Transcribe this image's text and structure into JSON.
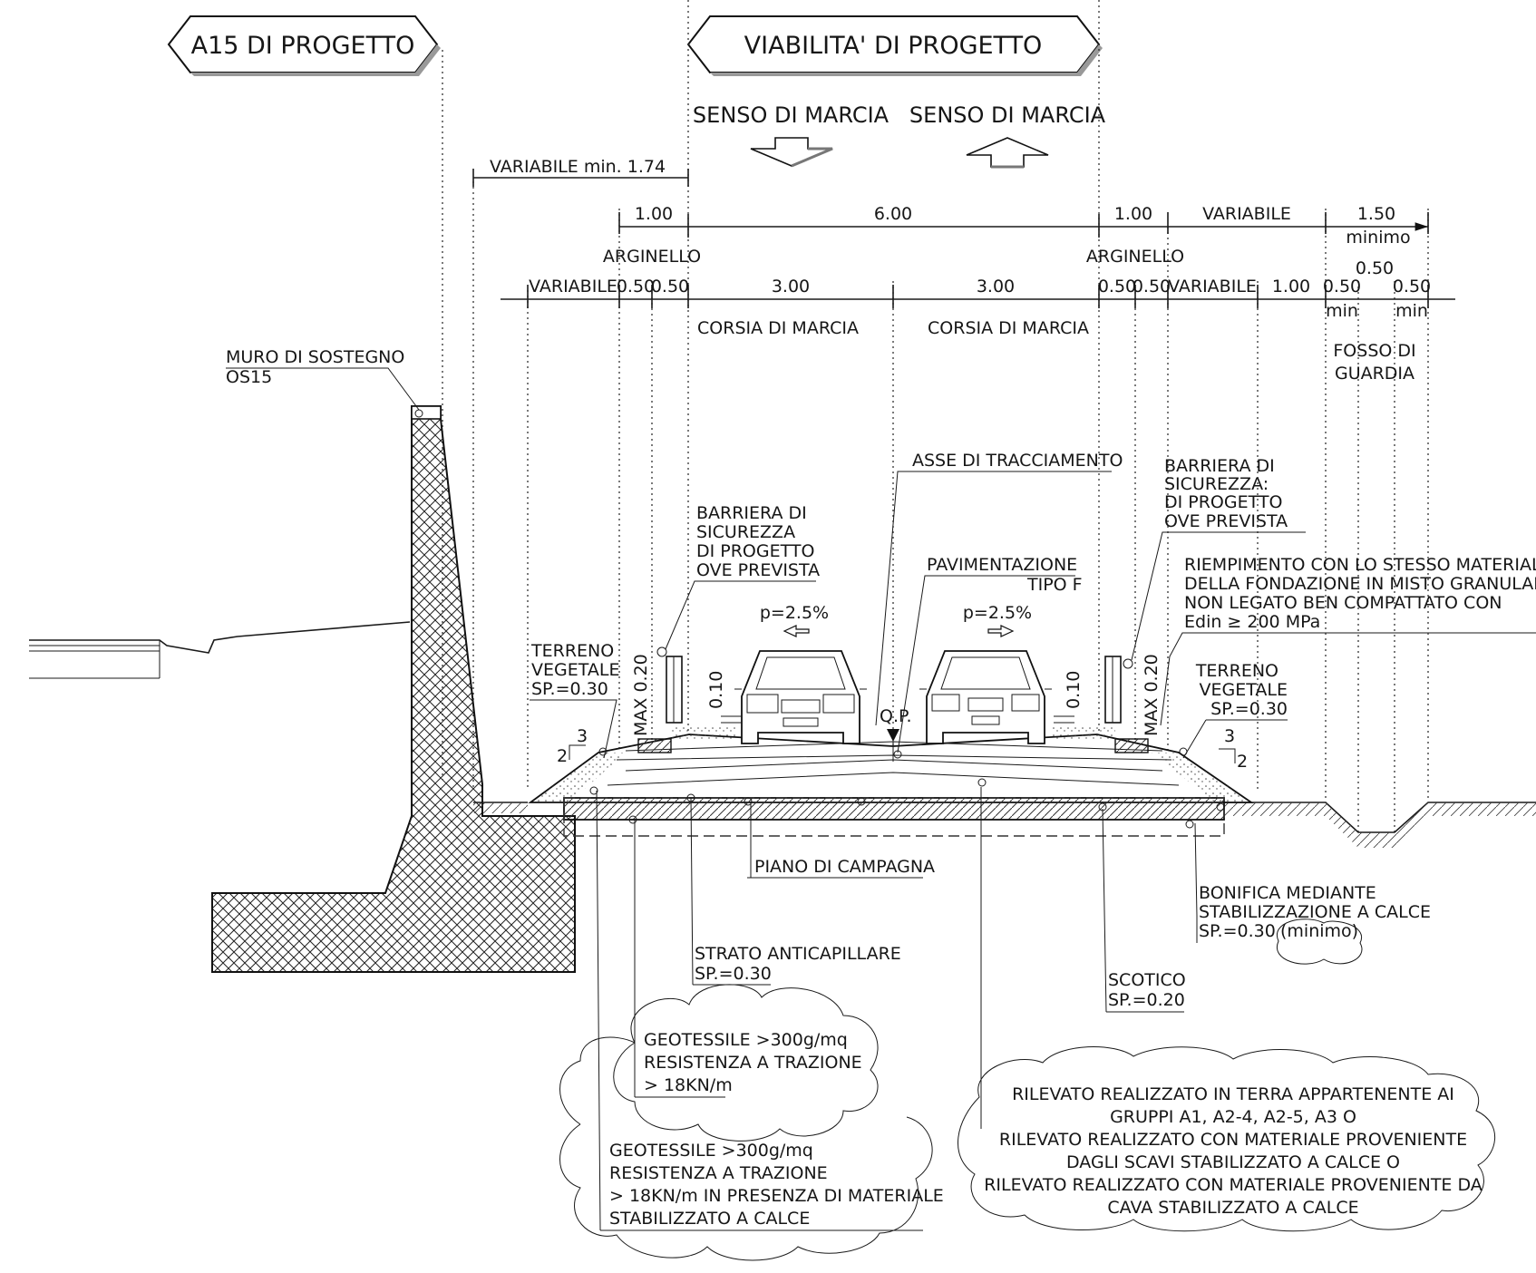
{
  "headers": {
    "a15": "A15 DI PROGETTO",
    "viabilita": "VIABILITA' DI PROGETTO"
  },
  "directions": {
    "left": "SENSO DI MARCIA",
    "right": "SENSO DI MARCIA"
  },
  "dimensions": {
    "variabile_min": "VARIABILE   min. 1.74",
    "d100_left": "1.00",
    "d600": "6.00",
    "d100_right": "1.00",
    "variabile_top_right": "VARIABILE",
    "d150": "1.50",
    "minimo": "minimo",
    "d050_top": "0.50",
    "arginello_left": "ARGINELLO",
    "arginello_right": "ARGINELLO",
    "variabile_left": "VARIABILE",
    "d050_l1": "0.50",
    "d050_l2": "0.50",
    "d300_left": "3.00",
    "d300_right": "3.00",
    "d050_r1": "0.50",
    "d050_r2": "0.50",
    "variabile_right": "VARIABILE",
    "d100_far": "1.00",
    "d050_min1": "0.50",
    "d050_min2": "0.50",
    "min1": "min",
    "min2": "min",
    "corsia_left": "CORSIA DI MARCIA",
    "corsia_right": "CORSIA DI MARCIA"
  },
  "labels": {
    "muro_1": "MURO DI SOSTEGNO",
    "muro_2": "OS15",
    "fosso_1": "FOSSO DI",
    "fosso_2": "GUARDIA",
    "asse": "ASSE DI TRACCIAMENTO",
    "barriera_l": [
      "BARRIERA DI",
      "SICUREZZA",
      "DI PROGETTO",
      "OVE PREVISTA"
    ],
    "barriera_r": [
      "BARRIERA DI",
      "SICUREZZA:",
      "DI PROGETTO",
      "OVE PREVISTA"
    ],
    "pav_1": "PAVIMENTAZIONE",
    "pav_2": "TIPO F",
    "riemp": [
      "RIEMPIMENTO CON LO STESSO MATERIALE",
      "DELLA FONDAZIONE IN MISTO GRANULARE",
      "NON LEGATO BEN COMPATTATO CON",
      "Edin ≥ 200 MPa"
    ],
    "terreno_l": [
      "TERRENO",
      "VEGETALE",
      "SP.=0.30"
    ],
    "terreno_r": [
      "TERRENO",
      "VEGETALE",
      "SP.=0.30"
    ],
    "slope_left": "p=2.5%",
    "slope_right": "p=2.5%",
    "max020_l": "MAX 0.20",
    "max020_r": "MAX 0.20",
    "d010_l": "0.10",
    "d010_r": "0.10",
    "qp": "Q.P.",
    "ratio_l_3": "3",
    "ratio_l_2": "2",
    "ratio_r_3": "3",
    "ratio_r_2": "2",
    "piano": "PIANO DI CAMPAGNA",
    "bonifica": [
      "BONIFICA MEDIANTE",
      "STABILIZZAZIONE A CALCE",
      "SP.=0.30",
      "(minimo)"
    ],
    "strato": [
      "STRATO ANTICAPILLARE",
      "SP.=0.30"
    ],
    "scotico": [
      "SCOTICO",
      "SP.=0.20"
    ],
    "geo1": [
      "GEOTESSILE >300g/mq",
      "RESISTENZA A TRAZIONE",
      "> 18KN/m"
    ],
    "geo2": [
      "GEOTESSILE >300g/mq",
      "RESISTENZA A TRAZIONE",
      "> 18KN/m IN PRESENZA DI MATERIALE",
      "STABILIZZATO A CALCE"
    ],
    "rilevato": [
      "RILEVATO REALIZZATO IN TERRA APPARTENENTE AI",
      "GRUPPI A1, A2-4, A2-5, A3 O",
      "RILEVATO REALIZZATO CON MATERIALE PROVENIENTE",
      "DAGLI SCAVI STABILIZZATO A CALCE O",
      "RILEVATO REALIZZATO CON MATERIALE PROVENIENTE DA",
      "CAVA STABILIZZATO A CALCE"
    ]
  }
}
